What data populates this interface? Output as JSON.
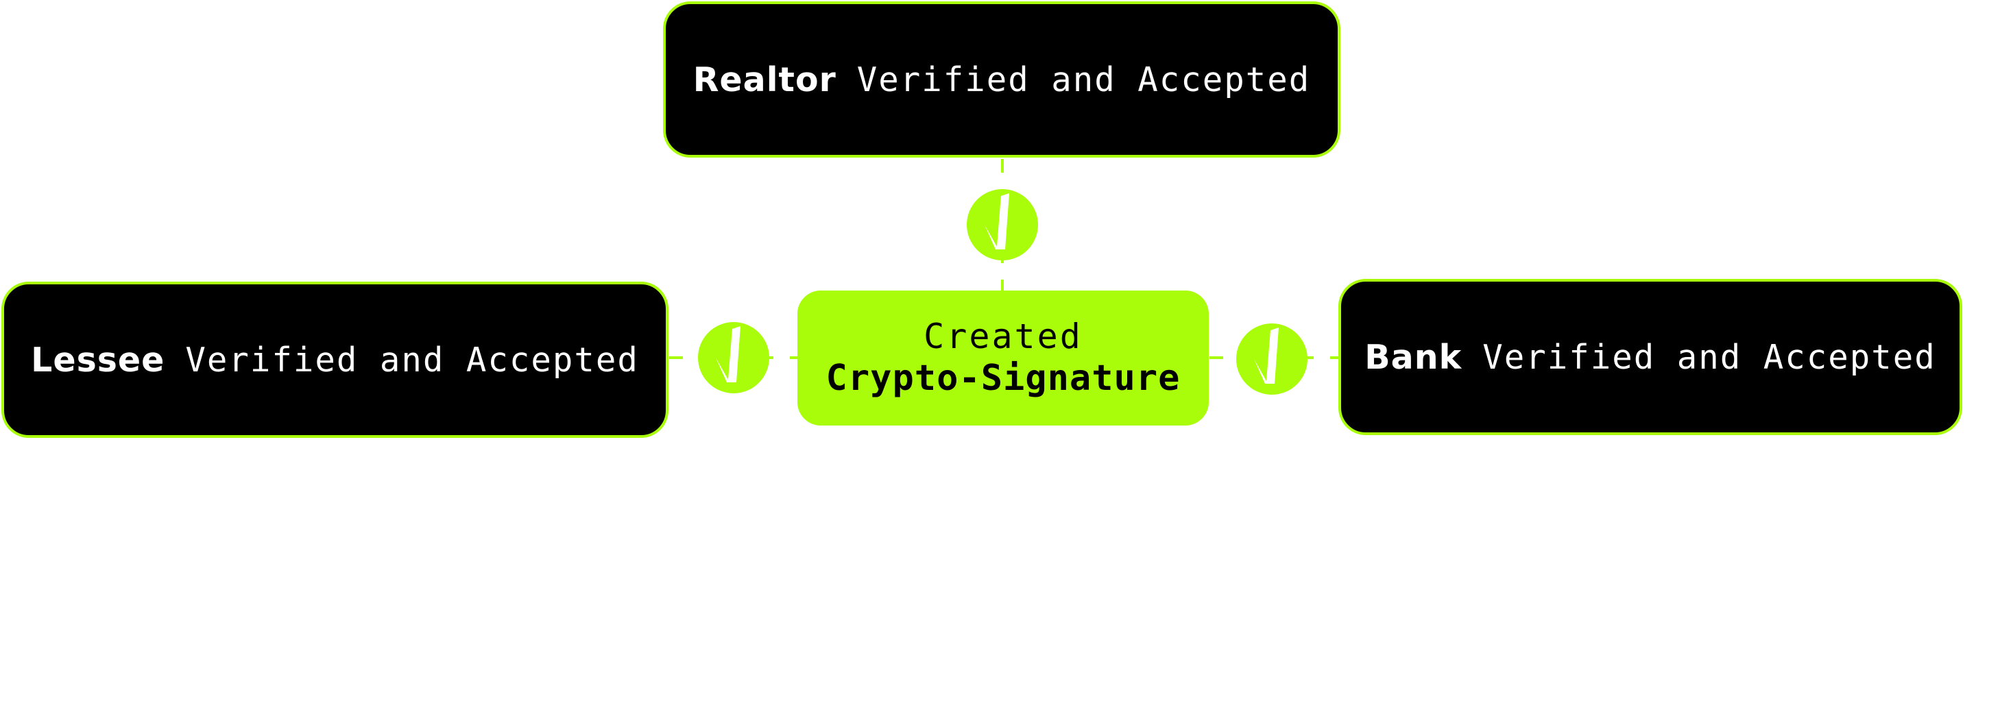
{
  "center": {
    "line1": "Created",
    "line2": "Crypto-Signature"
  },
  "parties": [
    {
      "id": "realtor",
      "name": "Realtor",
      "status": "Verified and Accepted"
    },
    {
      "id": "lessee",
      "name": "Lessee",
      "status": "Verified and Accepted"
    },
    {
      "id": "bank",
      "name": "Bank",
      "status": "Verified and Accepted"
    }
  ],
  "colors": {
    "accent": "#a9fc0a",
    "node_background": "#000000",
    "node_text": "#ffffff",
    "center_text": "#000000",
    "page_background": "#ffffff"
  },
  "icons": {
    "connector_badge": "checkmark-icon"
  }
}
